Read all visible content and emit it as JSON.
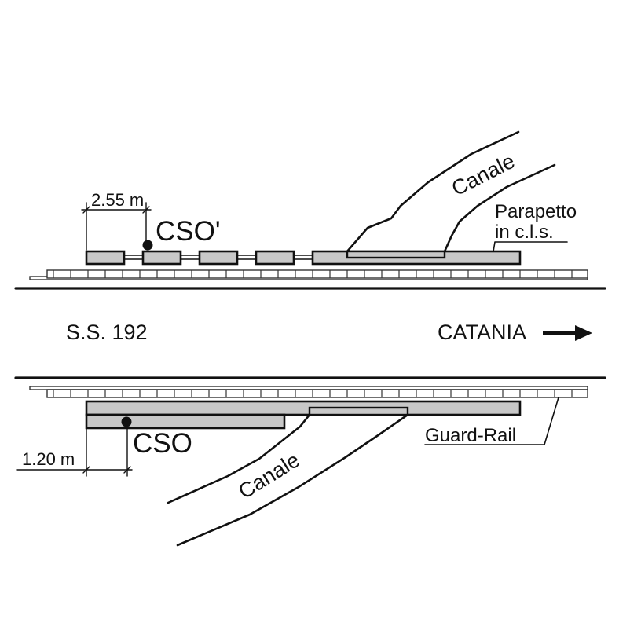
{
  "labels": {
    "road": "S.S. 192",
    "direction": "CATANIA",
    "station_north": "CSO'",
    "station_south": "CSO",
    "canal_north": "Canale",
    "canal_south": "Canale",
    "parapet_line1": "Parapetto",
    "parapet_line2": "in c.l.s.",
    "guardrail": "Guard-Rail",
    "dim_north": "2.55 m",
    "dim_south": "1.20 m"
  },
  "colors": {
    "ink": "#111111",
    "block_fill": "#c8c8c8",
    "rail_fill": "#ffffff",
    "background": "#ffffff"
  },
  "icons": {
    "direction": "right-arrow-icon",
    "station": "filled-dot-icon"
  }
}
